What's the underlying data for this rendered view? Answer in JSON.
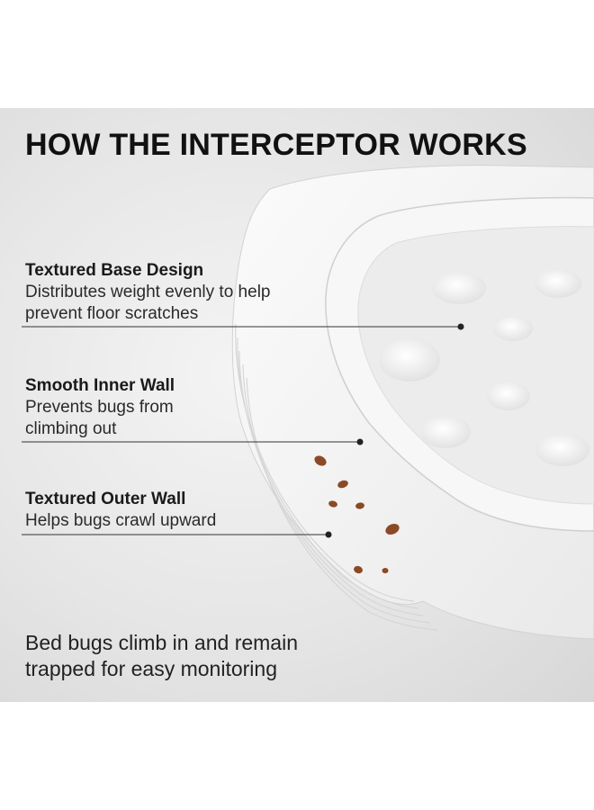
{
  "title": "HOW THE INTERCEPTOR WORKS",
  "features": [
    {
      "title": "Textured Base Design",
      "description": "Distributes weight evenly to help prevent floor scratches"
    },
    {
      "title": "Smooth Inner Wall",
      "description": "Prevents bugs from climbing out"
    },
    {
      "title": "Textured Outer Wall",
      "description": "Helps bugs crawl upward"
    }
  ],
  "bottom_text": "Bed bugs climb in and remain trapped for easy monitoring",
  "colors": {
    "text": "#111111",
    "background": "#e4e4e4",
    "bug": "#8b4a25"
  }
}
